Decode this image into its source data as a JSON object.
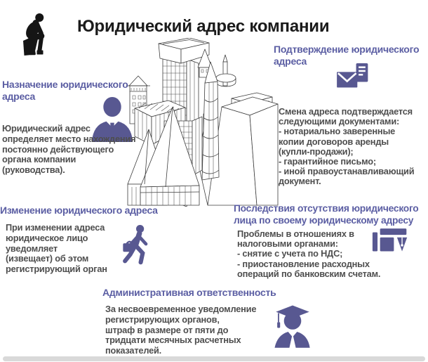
{
  "title": "Юридический адрес компании",
  "colors": {
    "heading": "#5b5ea3",
    "body_text": "#4e4e4e",
    "icon": "#585891",
    "title_text": "#1b1b1b",
    "footer_bar": "#d9d9d9",
    "sketch_line": "#3d3d3d",
    "thinker_silhouette": "#151515"
  },
  "sections": {
    "purpose": {
      "heading": "Назначение юридического\nадреса",
      "body": "Юридический адрес\nопределяет место нахождения\nпостоянно действующего\nоргана компании\n(руководства).",
      "icon": "businessman-icon"
    },
    "confirmation": {
      "heading": "Подтверждение юридического\nадреса",
      "body": "Смена адреса подтверждается\nследующими документами:\n- нотариально заверенные\nкопии договоров аренды\n(купли-продажи);\n- гарантийное письмо;\n- иной правоустанавливающий\nдокумент.",
      "icon": "mail-document-icon"
    },
    "change": {
      "heading": "Изменение юридического адреса",
      "body": "При изменении адреса\nюридическое лицо\nуведомляет\n(извещает) об этом\nрегистрирующий орган",
      "icon": "walking-person-icon"
    },
    "consequences": {
      "heading": "Последствия отсутствия юридического\nлица по своему юридическому адресу",
      "body": "Проблемы в отношениях в\nналоговыми органами:\n- снятие с учета по НДС;\n- приостановление расходных\nопераций по банковским счетам.",
      "icon": "documents-pen-icon"
    },
    "liability": {
      "heading": "Административная ответственность",
      "body": "За несвоевременное уведомление\nрегистрирующих органов,\nштраф в размере от пяти до\nтридцати месячных расчетных\nпоказателей.",
      "icon": "graduate-icon"
    }
  },
  "illustrations": {
    "thinker": "thinker-statue",
    "city": "hand-drawn-city-sketch"
  }
}
